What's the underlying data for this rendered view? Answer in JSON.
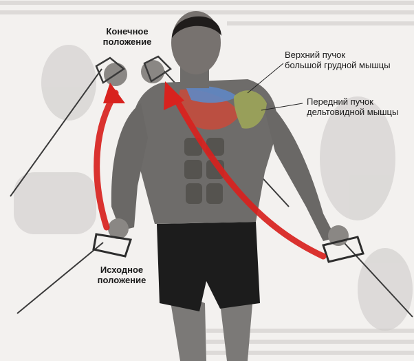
{
  "labels": {
    "end_position": {
      "line1": "Конечное",
      "line2": "положение"
    },
    "start_position": {
      "line1": "Исходное",
      "line2": "положение"
    },
    "upper_pec": {
      "line1": "Верхний пучок",
      "line2": "большой грудной мышцы"
    },
    "front_delt": {
      "line1": "Передний пучок",
      "line2": "дельтовидной мышцы"
    }
  },
  "colors": {
    "arrow": "#d8221e",
    "pec_highlight": "#c94a3a",
    "delt_highlight": "#9aa25a",
    "blue_highlight": "#5f87c4",
    "skin": "#6e6c6a",
    "shorts": "#1c1c1c",
    "background": "#f3f1ef"
  }
}
